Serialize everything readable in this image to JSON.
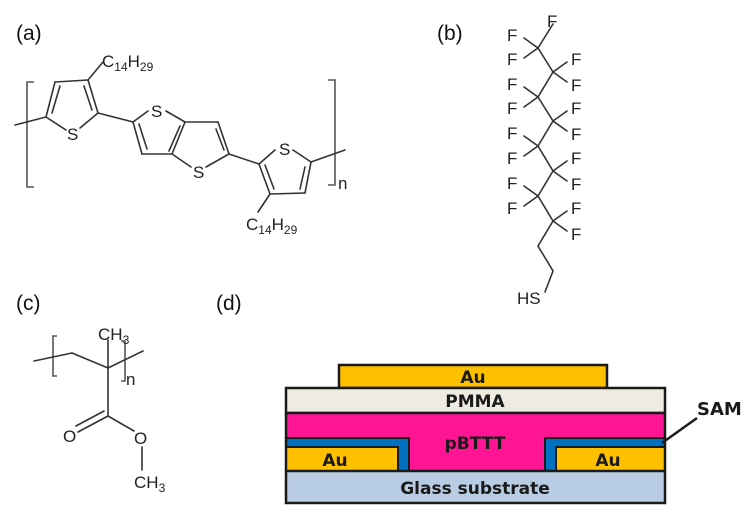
{
  "panels": {
    "a": {
      "label": "(a)",
      "substituent_top": {
        "main": "C",
        "sub1": "14",
        "mid": "H",
        "sub2": "29"
      },
      "substituent_bottom": {
        "main": "C",
        "sub1": "14",
        "mid": "H",
        "sub2": "29"
      },
      "sulfur_atoms": [
        "S",
        "S",
        "S",
        "S"
      ],
      "repeat_subscript": "n",
      "compound": "pBTTT"
    },
    "b": {
      "label": "(b)",
      "fluorine_atoms": [
        "F",
        "F",
        "F",
        "F",
        "F",
        "F",
        "F",
        "F",
        "F",
        "F",
        "F",
        "F",
        "F",
        "F",
        "F",
        "F",
        "F"
      ],
      "thiol": "HS",
      "compound": "SAM"
    },
    "c": {
      "label": "(c)",
      "methyl_top": {
        "main": "CH",
        "sub": "3"
      },
      "methyl_bottom": {
        "main": "CH",
        "sub": "3"
      },
      "oxygen_carbonyl": "O",
      "oxygen_ester": "O",
      "repeat_subscript": "n",
      "compound": "PMMA"
    },
    "d": {
      "label": "(d)",
      "layers": {
        "top_gate": "Au",
        "dielectric": "PMMA",
        "semiconductor": "pBTTT",
        "source": "Au",
        "drain": "Au",
        "substrate": "Glass substrate"
      },
      "callout": "SAM",
      "colors": {
        "gold": "#FFC000",
        "pmma": "#EEECE1",
        "pbttt": "#FF1493",
        "sam": "#0070C0",
        "glass": "#B8CCE4",
        "outline": "#1a1a1a"
      }
    }
  }
}
